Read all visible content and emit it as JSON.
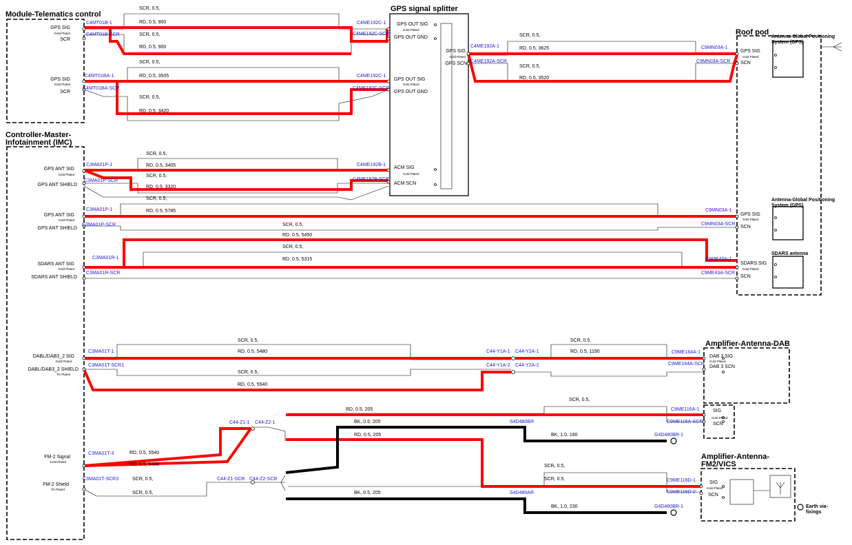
{
  "components": {
    "telematics": {
      "title": "Module-Telematics control",
      "pins": [
        "GPS SIG",
        "Gold Plated",
        "SCR",
        "GPS SIG",
        "Gold Plated",
        "SCR"
      ]
    },
    "imc": {
      "title1": "Controller-Master-",
      "title2": "Infotainment (IMC)",
      "pins": [
        "GPS ANT SIG",
        "Gold Plated",
        "GPS ANT SHIELD",
        "GPS ANT SIG",
        "Gold Plated",
        "GPS ANT SHIELD",
        "SDARS ANT SIG",
        "Gold Plated",
        "SDARS ANT SHIELD",
        "DABL/DAB3_2 SIG",
        "Gold Plated",
        "DABL/DAB3_2 SHIELD",
        "Tin Plated",
        "FM-2 Signal",
        "Gold Plated",
        "FM-2 Shield",
        "Tin Plated"
      ]
    },
    "splitter": {
      "title": "GPS signal splitter",
      "pins": [
        "GPS OUT SIG",
        "Gold Plated",
        "GPS OUT GND",
        "GPS OUT SIG",
        "Gold Plated",
        "GPS OUT GND",
        "ACM SIG",
        "Gold Plated",
        "ACM SCN",
        "GPS SIG",
        "Gold Plated",
        "GPS SCN"
      ]
    },
    "roofpod": {
      "title": "Roof pod",
      "gps1_title1": "Antenna-Global Positioning",
      "gps1_title2": "System (GPS)",
      "gps1_pins": [
        "GPS SIG",
        "Gold Plated",
        "SCN"
      ],
      "gps2_title1": "Antenna-Global Positioning",
      "gps2_title2": "System (GPS)",
      "gps2_pins": [
        "GPS SIG",
        "Gold Plated",
        "SCN"
      ],
      "sdars_title": "SDARS antenna",
      "sdars_pins": [
        "SDARS SIG",
        "Gold Plated",
        "SCN"
      ]
    },
    "dab": {
      "title": "Amplifier-Antenna-DAB",
      "pins": [
        "DAB 3 SIG",
        "Gold Plated",
        "DAB 3 SCN"
      ]
    },
    "fm2": {
      "title1": "Amplifier-Antenna-",
      "title2": "FM2/VICS",
      "pins": [
        "SIG",
        "Gold Plated",
        "SCN"
      ]
    },
    "fm_mid": {
      "pins": [
        "SIG",
        "Gold Plated",
        "SCN"
      ]
    },
    "earth": {
      "label1": "Earth via-",
      "label2": "fixings"
    }
  },
  "connectors": [
    "C4MT01B-1",
    "C4MT01B-SCR",
    "C4MT01BA-1",
    "C4MT01BA-SCR",
    "C4ME192C-1",
    "C4ME192C-SCR",
    "C4ME192C-1",
    "C4ME192C-SCR",
    "C4ME192A-1",
    "C4ME192A-SCR",
    "C9MN03A-1",
    "C9MN03A-SCR",
    "C3MA01P-1",
    "C3MA01P-SCR",
    "C4ME192B-1",
    "C4ME192B-SCR",
    "C3MA01P-1",
    "C3MA01P-SCR",
    "C9MN03A-1",
    "C9MN03A-SCR",
    "C3MA01R-1",
    "C3MA01R-SCR",
    "C9ME43A-1",
    "C9ME43A-SCR",
    "C3MA01T-1",
    "C3MA01T-SCR1",
    "C44-Y1A-1",
    "C44-Y2A-1",
    "C44-Y1A-2",
    "C44-Y2A-2",
    "C9ME164A-1",
    "C9ME164A-SCR",
    "C3MA01T-3",
    "C44-Z1-1",
    "C44-Z2-1",
    "C3MA01T-SCR3",
    "C44-Z1-SCR",
    "C44-Z2-SCR",
    "S4D480BR",
    "S4D480AR",
    "C9ME116A-1",
    "C9ME116A-SCR",
    "G4D480BR-1",
    "C9ME116D-1",
    "C9ME116D-2",
    "G4D480BR-1"
  ],
  "wires": [
    "SCR, 0.5,",
    "RD, 0.5, 900",
    "SCR, 0.5,",
    "RD, 0.5, 900",
    "SCR, 0.5,",
    "RD, 0.5, 3505",
    "SCR, 0.5,",
    "RD, 0.5, 3420",
    "SCR, 0.5,",
    "RD, 0.5, 3625",
    "SCR, 0.5,",
    "RD, 0.5, 3520",
    "SCR, 0.5,",
    "RD, 0.5, 3405",
    "SCR, 0.5,",
    "RD, 0.5, 3320",
    "SCR, 0.5,",
    "RD, 0.5, 5785",
    "SCR, 0.5,",
    "RD, 0.5, 5450",
    "SCR, 0.5,",
    "RD, 0.5, 5315",
    "SCR, 0.5,",
    "RD, 0.5, 5480",
    "SCR, 0.5,",
    "RD, 0.5, 5540",
    "SCR, 0.5,",
    "RD, 0.5, 1190",
    "RD, 0.5, 205",
    "BK, 0.5, 205",
    "RD, 0.5, 205",
    "SCR, 0.5,",
    "BK, 1.0, 180",
    "RD, 0.5, 5540",
    "RD, 0.5, 5480",
    "SCR, 0.5,",
    "SCR, 0.5,",
    "SCR, 0.5,",
    "BK, 0.5, 205",
    "SCR, 0.5,",
    "BK, 1.0, 230"
  ],
  "colors": {
    "signal_wire": "#ff0000",
    "ground_wire": "#000000",
    "connector_label": "#1a1adb"
  }
}
